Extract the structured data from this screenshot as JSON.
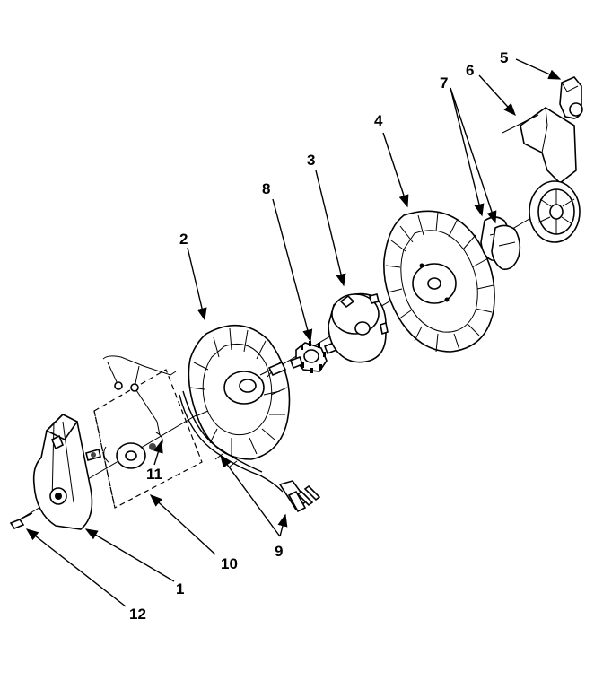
{
  "diagram": {
    "callouts": [
      {
        "id": "c1",
        "label": "1"
      },
      {
        "id": "c2",
        "label": "2"
      },
      {
        "id": "c3",
        "label": "3"
      },
      {
        "id": "c4",
        "label": "4"
      },
      {
        "id": "c5",
        "label": "5"
      },
      {
        "id": "c6",
        "label": "6"
      },
      {
        "id": "c7",
        "label": "7"
      },
      {
        "id": "c8",
        "label": "8"
      },
      {
        "id": "c9",
        "label": "9"
      },
      {
        "id": "c10",
        "label": "10"
      },
      {
        "id": "c11",
        "label": "11"
      },
      {
        "id": "c12",
        "label": "12"
      }
    ],
    "ink_color": "#000000",
    "paper_color": "#ffffff"
  }
}
